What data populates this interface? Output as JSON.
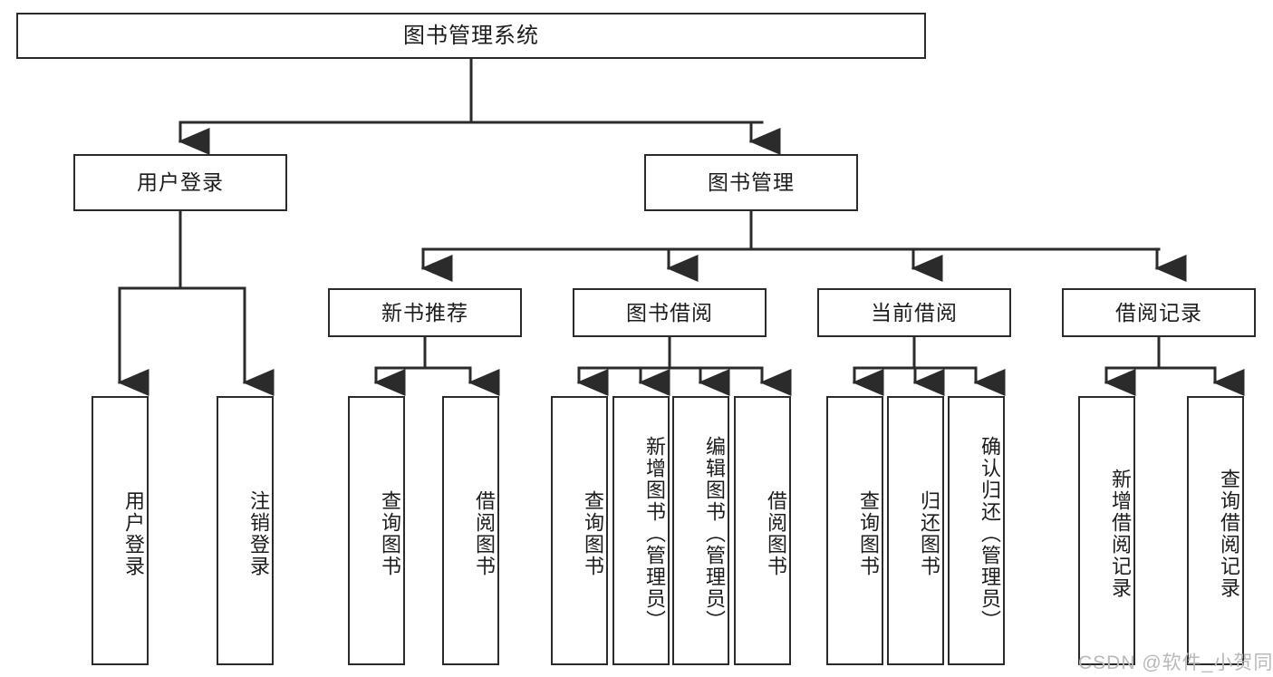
{
  "diagram": {
    "title": "图书管理系统",
    "type": "tree-hierarchy-diagram",
    "stroke_color": "#2b2b2b",
    "text_color": "#1c1c1c",
    "background_color": "#ffffff",
    "root": {
      "label": "图书管理系统"
    },
    "level2": [
      {
        "label": "用户登录"
      },
      {
        "label": "图书管理"
      }
    ],
    "level3": [
      {
        "label": "新书推荐"
      },
      {
        "label": "图书借阅"
      },
      {
        "label": "当前借阅"
      },
      {
        "label": "借阅记录"
      }
    ],
    "leaves": {
      "user_login": [
        {
          "label": "用户登录"
        },
        {
          "label": "注销登录"
        }
      ],
      "new_book_recommend": [
        {
          "label": "查询图书"
        },
        {
          "label": "借阅图书"
        }
      ],
      "book_borrow": [
        {
          "label": "查询图书"
        },
        {
          "label": "新增图书（管理员）"
        },
        {
          "label": "编辑图书（管理员）"
        },
        {
          "label": "借阅图书"
        }
      ],
      "current_borrow": [
        {
          "label": "查询图书"
        },
        {
          "label": "归还图书"
        },
        {
          "label": "确认归还（管理员）"
        }
      ],
      "borrow_record": [
        {
          "label": "新增借阅记录"
        },
        {
          "label": "查询借阅记录"
        }
      ]
    }
  },
  "watermark": {
    "text": "CSDN @软件_小贺同学",
    "color": "#b9b9b9"
  }
}
